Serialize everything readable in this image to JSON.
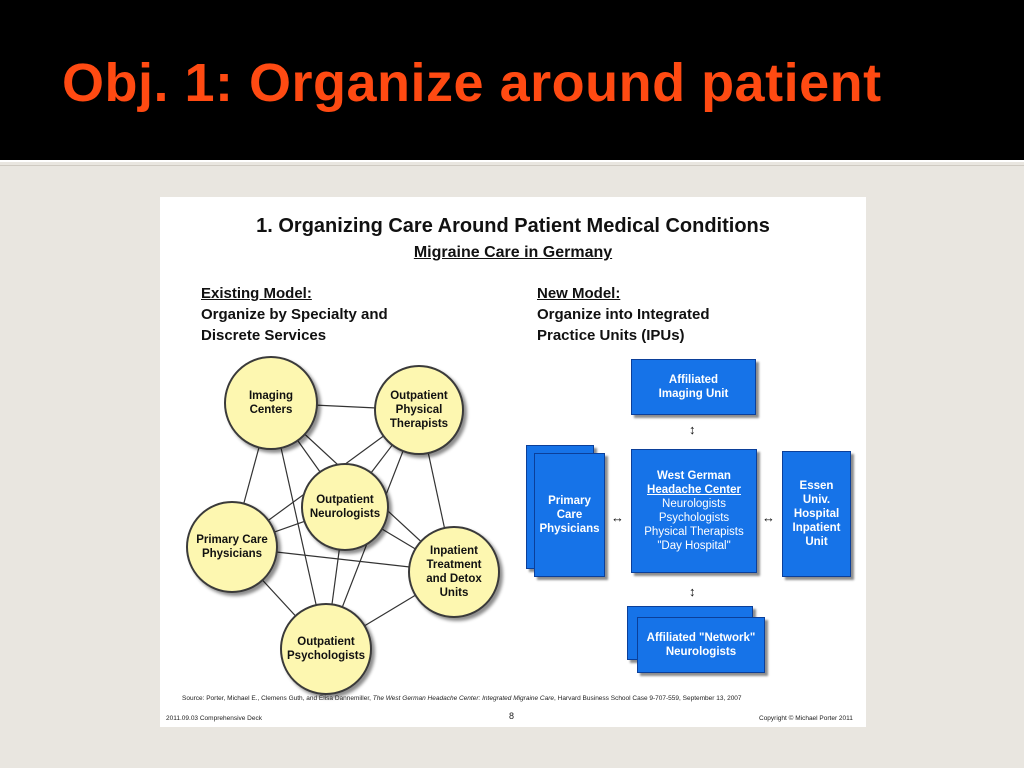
{
  "slide": {
    "title": "Obj. 1: Organize around patient"
  },
  "figure": {
    "title": "1. Organizing Care Around Patient Medical Conditions",
    "subtitle": "Migraine Care in Germany",
    "existing_model": {
      "label": "Existing Model:",
      "line1": "Organize by Specialty and",
      "line2": "Discrete Services",
      "nodes": [
        {
          "id": "imaging",
          "label": "Imaging\nCenters"
        },
        {
          "id": "opt",
          "label": "Outpatient\nPhysical\nTherapists"
        },
        {
          "id": "neuro",
          "label": "Outpatient\nNeurologists"
        },
        {
          "id": "pcp",
          "label": "Primary Care\nPhysicians"
        },
        {
          "id": "inpatient",
          "label": "Inpatient\nTreatment\nand Detox\nUnits"
        },
        {
          "id": "psych",
          "label": "Outpatient\nPsychologists"
        }
      ],
      "edges": [
        [
          "imaging",
          "opt"
        ],
        [
          "imaging",
          "neuro"
        ],
        [
          "imaging",
          "pcp"
        ],
        [
          "imaging",
          "inpatient"
        ],
        [
          "imaging",
          "psych"
        ],
        [
          "opt",
          "neuro"
        ],
        [
          "opt",
          "pcp"
        ],
        [
          "opt",
          "inpatient"
        ],
        [
          "opt",
          "psych"
        ],
        [
          "neuro",
          "pcp"
        ],
        [
          "neuro",
          "inpatient"
        ],
        [
          "neuro",
          "psych"
        ],
        [
          "pcp",
          "inpatient"
        ],
        [
          "pcp",
          "psych"
        ],
        [
          "inpatient",
          "psych"
        ]
      ]
    },
    "new_model": {
      "label": "New Model:",
      "line1": "Organize into Integrated",
      "line2": "Practice Units (IPUs)",
      "affiliated_imaging": {
        "line1": "Affiliated",
        "line2": "Imaging Unit"
      },
      "primary_care": {
        "line1": "Primary",
        "line2": "Care",
        "line3": "Physicians"
      },
      "center": {
        "line1": "West German",
        "line2": "Headache Center",
        "line3": "Neurologists",
        "line4": "Psychologists",
        "line5": "Physical Therapists",
        "line6": "\"Day Hospital\""
      },
      "essen": {
        "line1": "Essen",
        "line2": "Univ.",
        "line3": "Hospital",
        "line4": "Inpatient",
        "line5": "Unit"
      },
      "network": {
        "line1": "Affiliated \"Network\"",
        "line2": "Neurologists"
      },
      "arrow_v": "↕",
      "arrow_h": "↔"
    },
    "source": {
      "prefix": "Source:  Porter, Michael E., Clemens Guth, and Elisa Dannemiller, ",
      "italic": "The West German Headache Center: Integrated Migraine Care",
      "suffix": ", Harvard Business School Case 9-707-559, September 13, 2007"
    },
    "footer": {
      "left": "2011.09.03 Comprehensive Deck",
      "page": "8",
      "right": "Copyright © Michael Porter 2011"
    }
  }
}
